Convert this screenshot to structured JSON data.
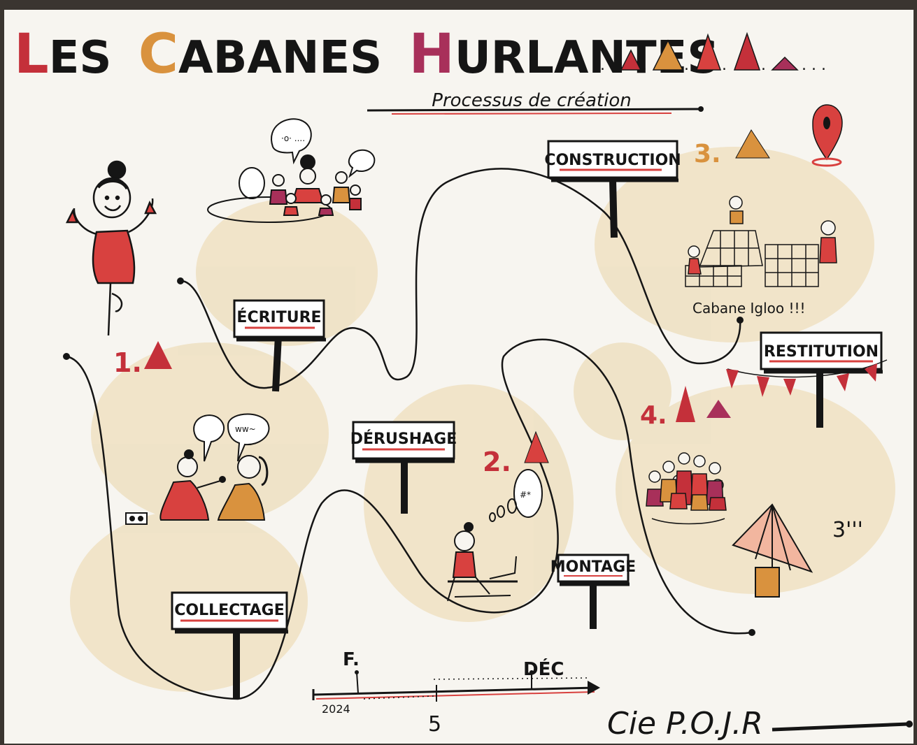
{
  "title": {
    "letters": [
      {
        "cap": "L",
        "rest": "ES",
        "color": "#c4303a"
      },
      {
        "cap": "C",
        "rest": "ABANES",
        "color": "#d9923e"
      },
      {
        "cap": "H",
        "rest": "URLANTES",
        "color": "#a8305a"
      }
    ],
    "subtitle": "Processus de création"
  },
  "stages": {
    "s1": {
      "number": "1."
    },
    "s2": {
      "number": "2."
    },
    "s3": {
      "number": "3."
    },
    "s4": {
      "number": "4."
    }
  },
  "signs": {
    "ecriture": "ÉCRITURE",
    "construction": "CONSTRUCTION",
    "collectage": "COLLECTAGE",
    "derushage": "DÉRUSHAGE",
    "montage": "MONTAGE",
    "restitution": "RESTITUTION"
  },
  "construction_caption": "Cabane Igloo !!!",
  "timeline": {
    "start_label": "F.",
    "year": "2024",
    "mid_label": "5",
    "end_label": "DÉC"
  },
  "signature": "Cie P.O.J.R",
  "colors": {
    "red": "#d8413f",
    "orange": "#d9923e",
    "plum": "#a8305a",
    "beige": "#efe2c4",
    "ink": "#151515",
    "paper": "#f7f5f0"
  }
}
